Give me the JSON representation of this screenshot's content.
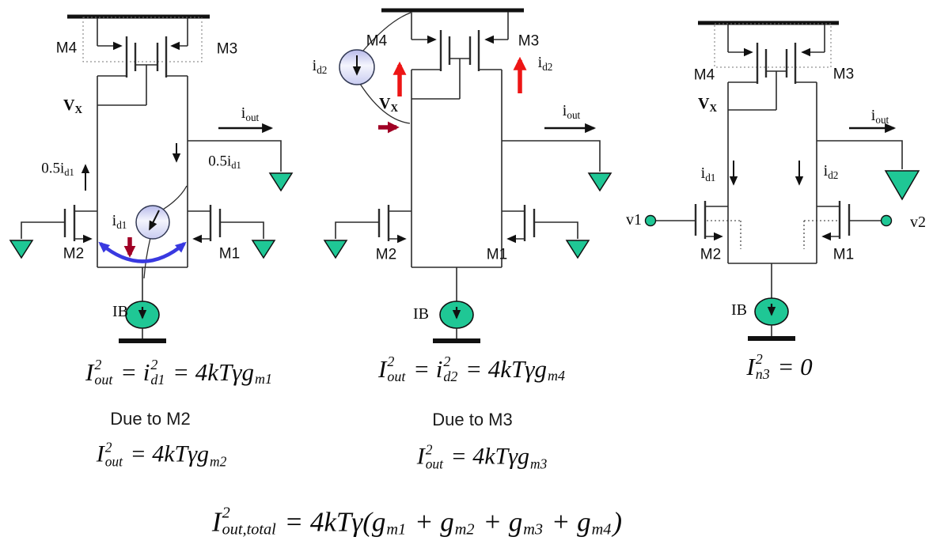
{
  "colors": {
    "green": "#1fc795",
    "lavender": "#c3c6ee",
    "red": "#ed1515",
    "dark_red": "#a00025",
    "blue": "#3939e0",
    "wire": "#2b2b2b"
  },
  "c1": {
    "m4": "M4",
    "m3": "M3",
    "m2": "M2",
    "m1": "M1",
    "ib": "IB",
    "vx": {
      "base": "V",
      "sub": "X"
    },
    "iout": {
      "base": "i",
      "sub": "out"
    },
    "half_id1_left": {
      "base": "0.5i",
      "sub": "d1"
    },
    "half_id1_right": {
      "base": "0.5i",
      "sub": "d1"
    },
    "id1": {
      "base": "i",
      "sub": "d1"
    }
  },
  "c2": {
    "m4": "M4",
    "m3": "M3",
    "m2": "M2",
    "m1": "M1",
    "ib": "IB",
    "vx": {
      "base": "V",
      "sub": "X"
    },
    "iout": {
      "base": "i",
      "sub": "out"
    },
    "id2_left": {
      "base": "i",
      "sub": "d2"
    },
    "id2_right": {
      "base": "i",
      "sub": "d2"
    }
  },
  "c3": {
    "m4": "M4",
    "m3": "M3",
    "m2": "M2",
    "m1": "M1",
    "ib": "IB",
    "vx": {
      "base": "V",
      "sub": "X"
    },
    "iout": {
      "base": "i",
      "sub": "out"
    },
    "id1": {
      "base": "i",
      "sub": "d1"
    },
    "id2": {
      "base": "i",
      "sub": "d2"
    },
    "v1": "v1",
    "v2": "v2"
  },
  "texts": {
    "due_m2": "Due to M2",
    "due_m3": "Due to M3"
  },
  "formulas": {
    "f1": [
      {
        "t": "I",
        "sup": "2",
        "sub": "out"
      },
      {
        "t": " = "
      },
      {
        "t": "i",
        "sup": "2",
        "sub": "d1"
      },
      {
        "t": " = "
      },
      {
        "t": "4kTγ"
      },
      {
        "t": "g",
        "sub": "m1"
      }
    ],
    "f2": [
      {
        "t": "I",
        "sup": "2",
        "sub": "out"
      },
      {
        "t": " = "
      },
      {
        "t": "i",
        "sup": "2",
        "sub": "d2"
      },
      {
        "t": " = "
      },
      {
        "t": "4kTγ"
      },
      {
        "t": "g",
        "sub": "m4"
      }
    ],
    "f3": [
      {
        "t": "I",
        "sup": "2",
        "sub": "n3"
      },
      {
        "t": " = "
      },
      {
        "t": "0"
      }
    ],
    "f4": [
      {
        "t": "I",
        "sup": "2",
        "sub": "out"
      },
      {
        "t": " = "
      },
      {
        "t": "4kTγ"
      },
      {
        "t": "g",
        "sub": "m2"
      }
    ],
    "f5": [
      {
        "t": "I",
        "sup": "2",
        "sub": "out"
      },
      {
        "t": " = "
      },
      {
        "t": "4kTγ"
      },
      {
        "t": "g",
        "sub": "m3"
      }
    ],
    "total": [
      {
        "t": "I",
        "sup": "2",
        "sub": "out,total"
      },
      {
        "t": " = "
      },
      {
        "t": "4kTγ("
      },
      {
        "t": "g",
        "sub": "m1"
      },
      {
        "t": " + "
      },
      {
        "t": "g",
        "sub": "m2"
      },
      {
        "t": " + "
      },
      {
        "t": "g",
        "sub": "m3"
      },
      {
        "t": " + "
      },
      {
        "t": "g",
        "sub": "m4"
      },
      {
        "t": ")"
      }
    ]
  }
}
